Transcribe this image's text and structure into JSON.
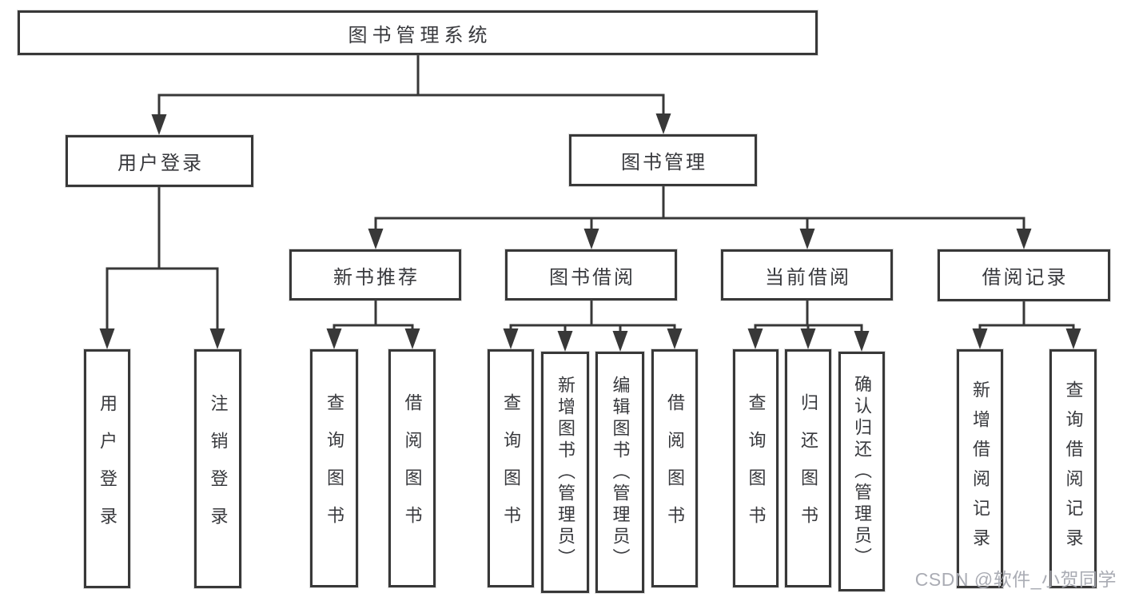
{
  "watermark": "CSDN @软件_小贺同学",
  "colors": {
    "line": "#383838",
    "text": "#38393d",
    "box_background": "#ffffff",
    "page_background": "#ffffff",
    "watermark": "#a6a8b0"
  },
  "tree": {
    "label": "图书管理系统",
    "children": [
      {
        "label": "用户登录",
        "children": [
          {
            "label": "用户登录"
          },
          {
            "label": "注销登录"
          }
        ]
      },
      {
        "label": "图书管理",
        "children": [
          {
            "label": "新书推荐",
            "children": [
              {
                "label": "查询图书"
              },
              {
                "label": "借阅图书"
              }
            ]
          },
          {
            "label": "图书借阅",
            "children": [
              {
                "label": "查询图书"
              },
              {
                "label": "新增图书（管理员）"
              },
              {
                "label": "编辑图书（管理员）"
              },
              {
                "label": "借阅图书"
              }
            ]
          },
          {
            "label": "当前借阅",
            "children": [
              {
                "label": "查询图书"
              },
              {
                "label": "归还图书"
              },
              {
                "label": "确认归还（管理员）"
              }
            ]
          },
          {
            "label": "借阅记录",
            "children": [
              {
                "label": "新增借阅记录"
              },
              {
                "label": "查询借阅记录"
              }
            ]
          }
        ]
      }
    ]
  }
}
